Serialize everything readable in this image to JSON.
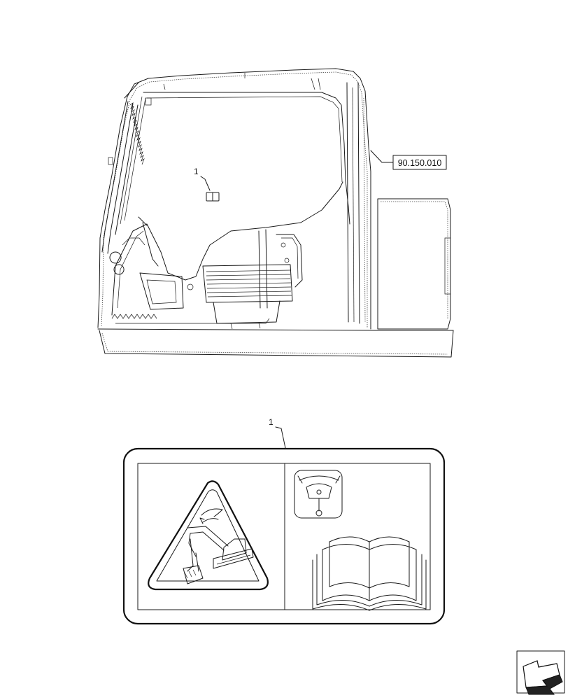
{
  "callouts": {
    "cab_label_number": "1",
    "decal_detail_number": "1"
  },
  "reference": {
    "code": "90.150.010"
  },
  "decal": {
    "left_panel_icon": "excavator-warning-triangle-icon",
    "top_right_icon": "lifting-eye-icon",
    "bottom_right_icon": "operator-manual-book-icon"
  },
  "navigation": {
    "icon": "next-page-arrow-icon"
  }
}
